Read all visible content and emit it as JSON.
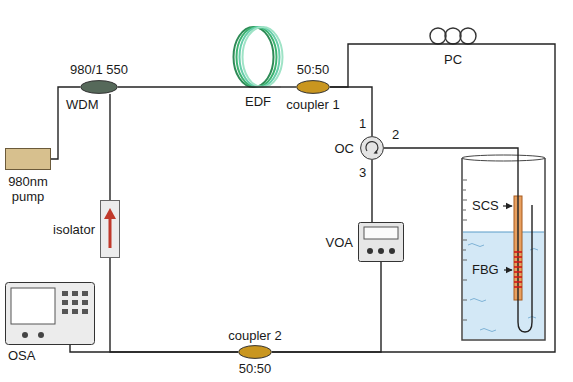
{
  "diagram": {
    "nodes": [
      {
        "text": [
          "980nm pump"
        ]
      },
      {
        "text": [
          "980/1 550",
          "WDM"
        ]
      },
      {
        "text": [
          "EDF"
        ]
      },
      {
        "text": [
          "50:50",
          "coupler 1"
        ]
      },
      {
        "text": [
          "PC"
        ]
      },
      {
        "text": [
          "OC"
        ]
      },
      {
        "text": [
          "VOA"
        ]
      },
      {
        "text": [
          "isolator"
        ]
      },
      {
        "text": [
          "OSA"
        ]
      },
      {
        "text": [
          "coupler 2",
          "50:50"
        ]
      }
    ],
    "edges": [
      {
        "from": 0,
        "to": 1,
        "arrow": "none"
      },
      {
        "from": 1,
        "to": 2,
        "arrow": "none"
      },
      {
        "from": 2,
        "to": 3,
        "arrow": "none"
      },
      {
        "from": 3,
        "to": 4,
        "arrow": "none"
      },
      {
        "from": 3,
        "to": 5,
        "arrow": "none"
      },
      {
        "from": 5,
        "to": 6,
        "arrow": "none"
      },
      {
        "from": 6,
        "to": 9,
        "arrow": "none"
      },
      {
        "from": 4,
        "to": 9,
        "arrow": "none"
      },
      {
        "from": 9,
        "to": 8,
        "arrow": "none"
      },
      {
        "from": 9,
        "to": 7,
        "arrow": "none"
      },
      {
        "from": 7,
        "to": 1,
        "arrow": "none"
      }
    ],
    "labels": [
      "1",
      "2",
      "3",
      "SCS",
      "FBG"
    ]
  }
}
